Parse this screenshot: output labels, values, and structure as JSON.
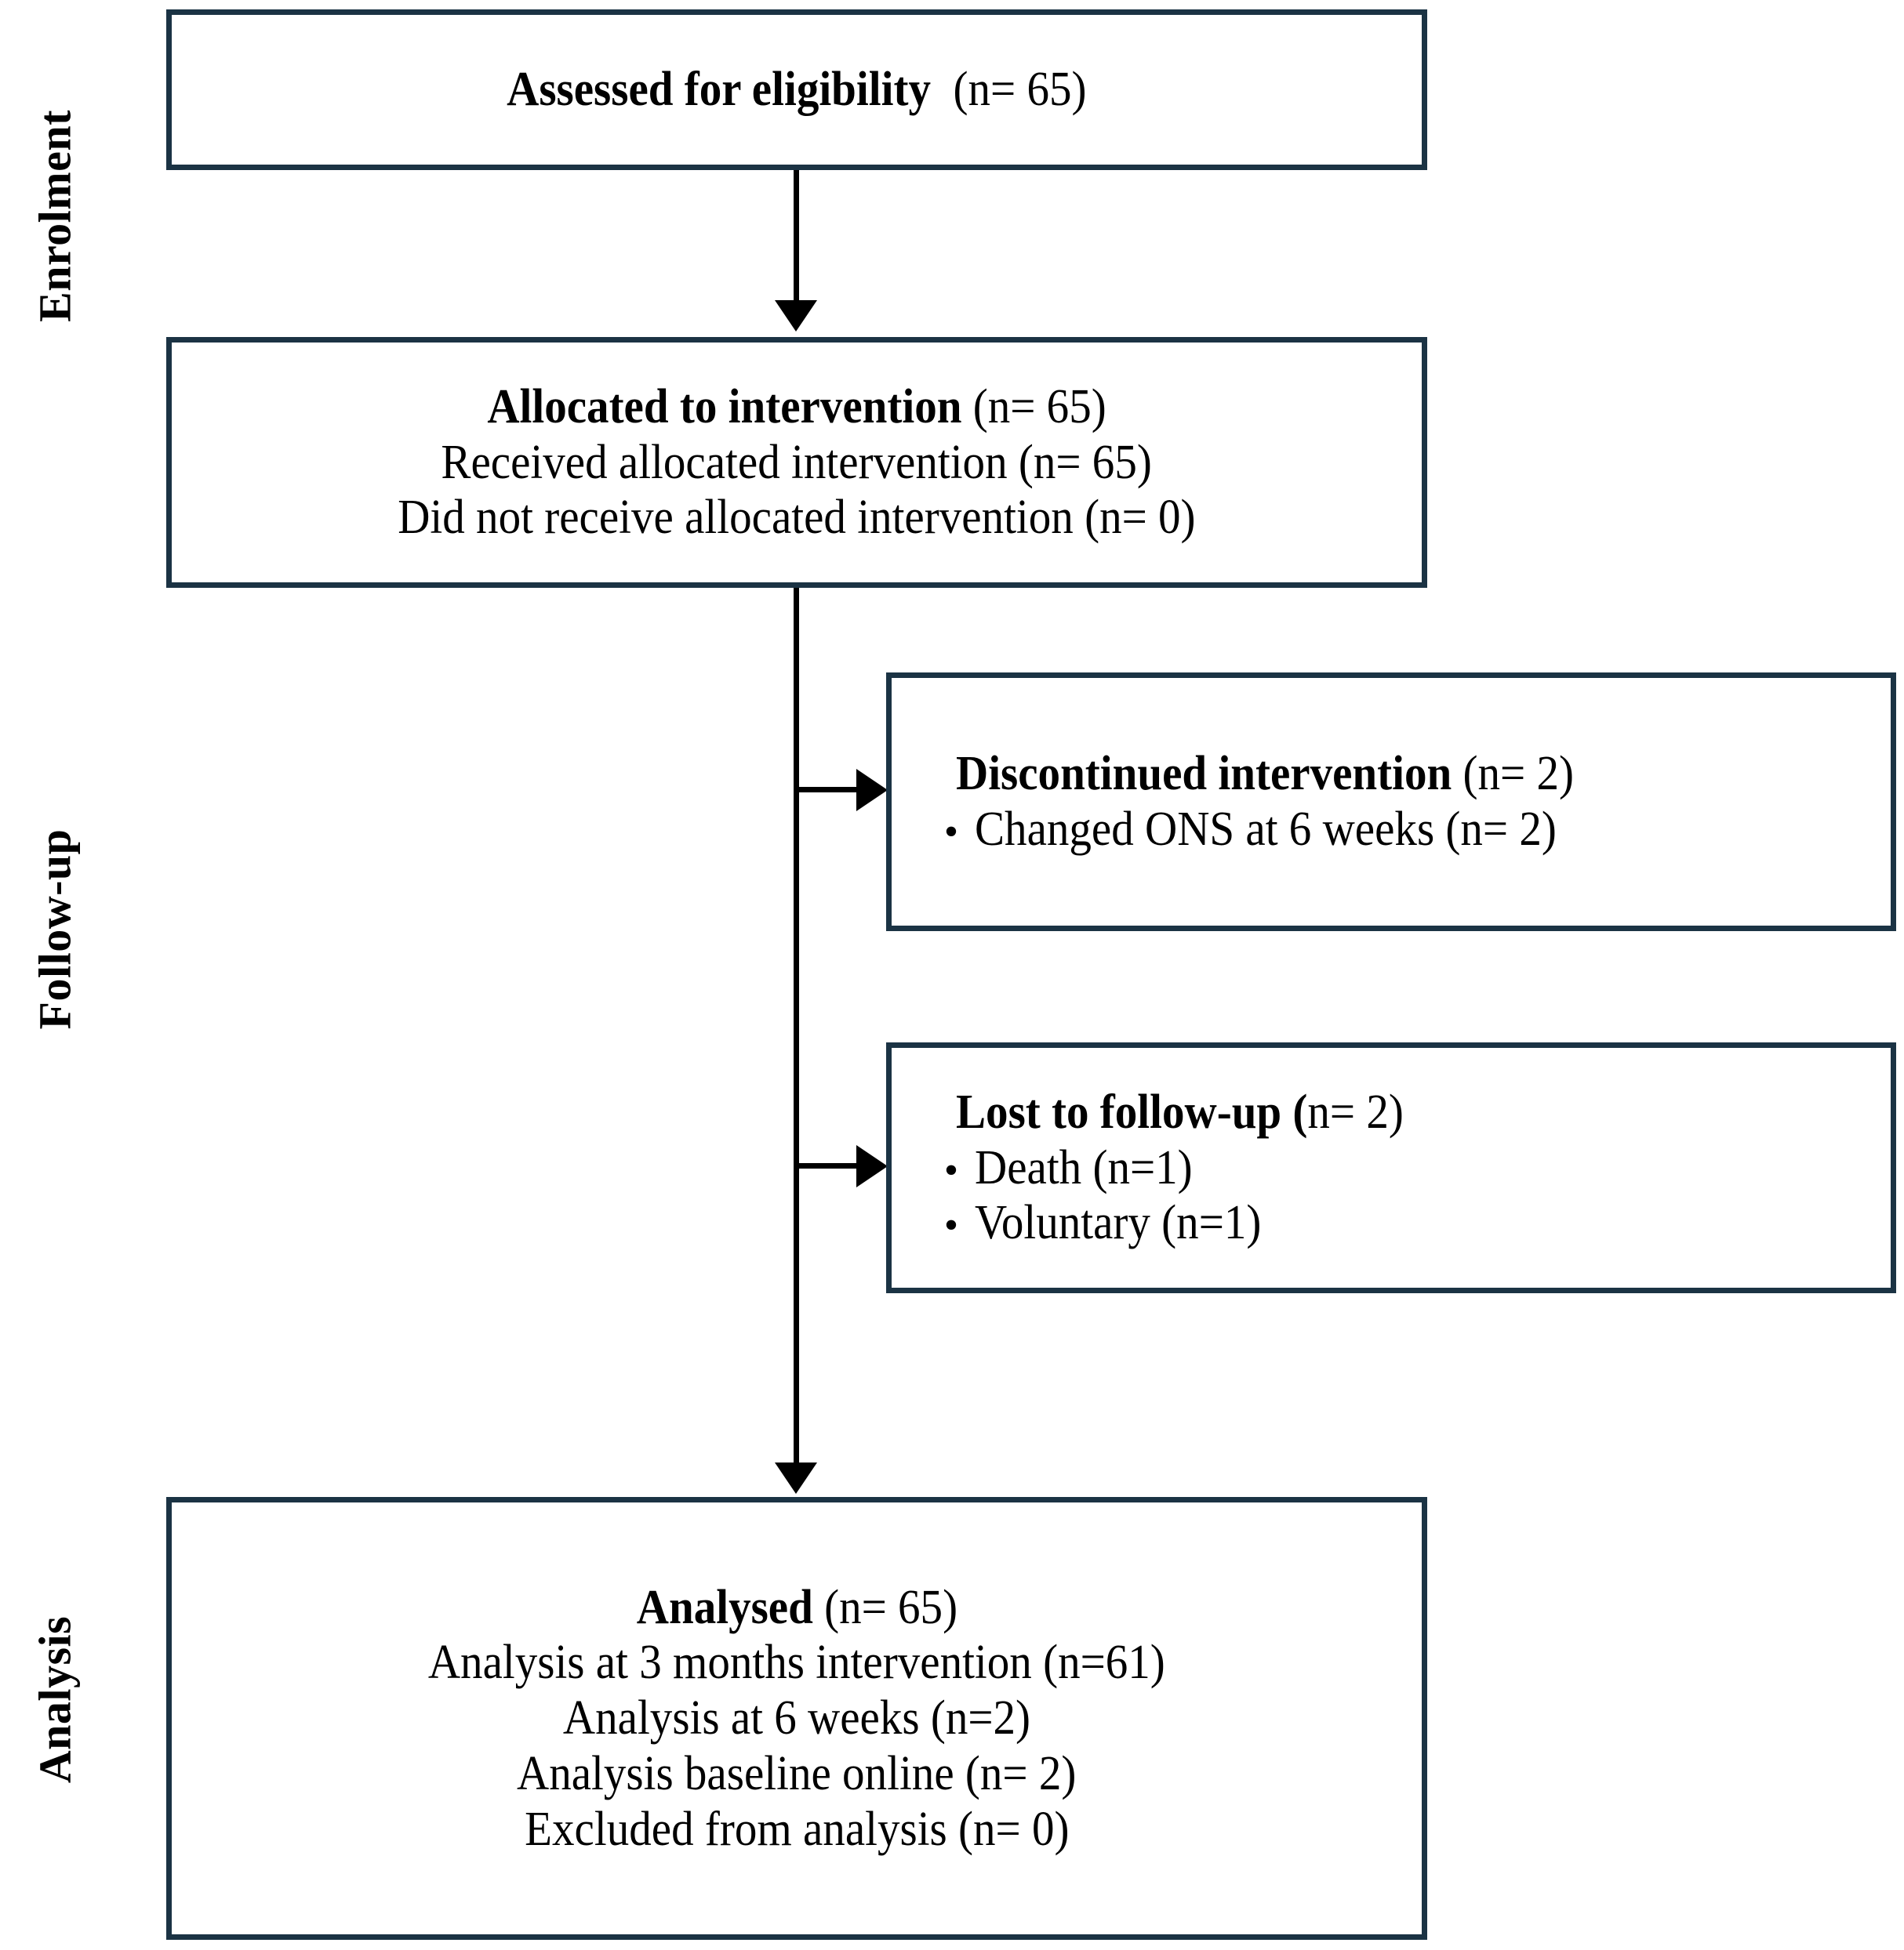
{
  "figure": {
    "type": "consort-flow-diagram",
    "border_color": "#1b3344",
    "connector_color": "#000000",
    "background": "#ffffff"
  },
  "stages": [
    {
      "id": "enrolment",
      "label": "Enrolment"
    },
    {
      "id": "follow_up",
      "label": "Follow-up"
    },
    {
      "id": "analysis",
      "label": "Analysis"
    }
  ],
  "boxes": {
    "assessed": {
      "name": "assessed-for-eligibility",
      "title_bold": "Assessed for eligibility",
      "title_count": "(n= 65)"
    },
    "allocated": {
      "name": "allocated-to-intervention",
      "title_bold": "Allocated to intervention",
      "title_count": "(n= 65)",
      "lines": [
        "Received allocated intervention (n= 65)",
        "Did not receive allocated intervention (n= 0)"
      ]
    },
    "discontinued": {
      "name": "discontinued-intervention",
      "title_bold": "Discontinued intervention",
      "title_count": "(n= 2)",
      "bullets": [
        "Changed ONS at 6 weeks (n= 2)"
      ]
    },
    "lost": {
      "name": "lost-to-follow-up",
      "title_bold": "Lost to follow-up (",
      "title_count": "n= 2)",
      "bullets": [
        "Death (n=1)",
        "Voluntary (n=1)"
      ]
    },
    "analysed": {
      "name": "analysed",
      "title_bold": "Analysed",
      "title_count": "(n= 65)",
      "lines": [
        "Analysis at 3 months intervention (n=61)",
        "Analysis at 6 weeks (n=2)",
        "Analysis baseline online (n= 2)",
        "Excluded from analysis (n= 0)"
      ]
    }
  },
  "bullet_glyph": "•"
}
